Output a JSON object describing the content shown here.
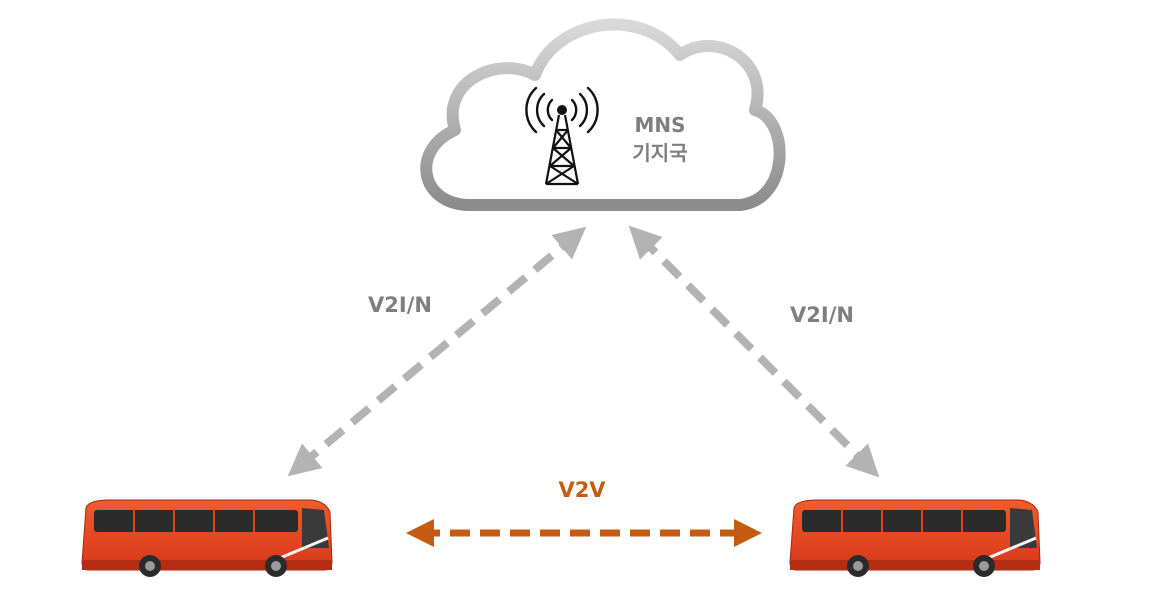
{
  "station": {
    "line1": "MNS",
    "line2": "기지국",
    "icon": "cell-tower-icon"
  },
  "links": {
    "v2i_left": "V2I/N",
    "v2i_right": "V2I/N",
    "v2v": "V2V"
  },
  "vehicles": {
    "left_icon": "bus-icon",
    "right_icon": "bus-icon"
  },
  "colors": {
    "v2i_arrow": "#b3b3b3",
    "v2v_arrow": "#c55a11",
    "v2v_label": "#c55a11",
    "text_gray": "#7f7f7f",
    "bus_body": "#e8401c",
    "cloud_stroke": "#a6a6a6"
  }
}
